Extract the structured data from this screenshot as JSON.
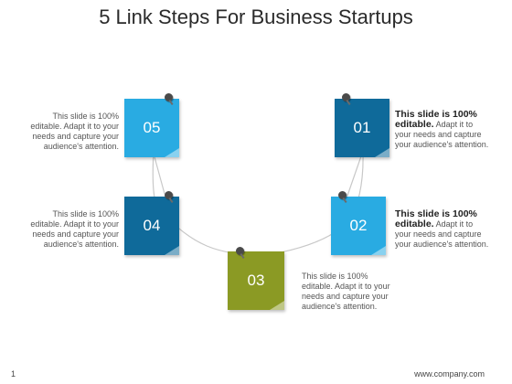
{
  "title": "5 Link Steps For Business Startups",
  "colors": {
    "light_blue": "#29abe2",
    "dark_blue": "#0f6a9a",
    "olive": "#8b9a24",
    "connector": "#c8c8c8",
    "pin": "#4a4a4a"
  },
  "steps": [
    {
      "number": "01",
      "color": "dark_blue",
      "lead": "This slide is 100% editable.",
      "text": "Adapt it to your needs and capture your audience's attention."
    },
    {
      "number": "02",
      "color": "light_blue",
      "lead": "This slide is 100% editable.",
      "text": "Adapt it to your needs and capture your audience's attention."
    },
    {
      "number": "03",
      "color": "olive",
      "lead": "",
      "text": "This slide is 100% editable. Adapt it to your needs and capture your audience's attention."
    },
    {
      "number": "04",
      "color": "dark_blue",
      "lead": "",
      "text": "This slide is 100% editable. Adapt it to your needs and capture your audience's attention."
    },
    {
      "number": "05",
      "color": "light_blue",
      "lead": "",
      "text": "This slide is 100% editable. Adapt it to your needs and capture your audience's attention."
    }
  ],
  "footer": {
    "page_number": "1",
    "website": "www.company.com"
  }
}
